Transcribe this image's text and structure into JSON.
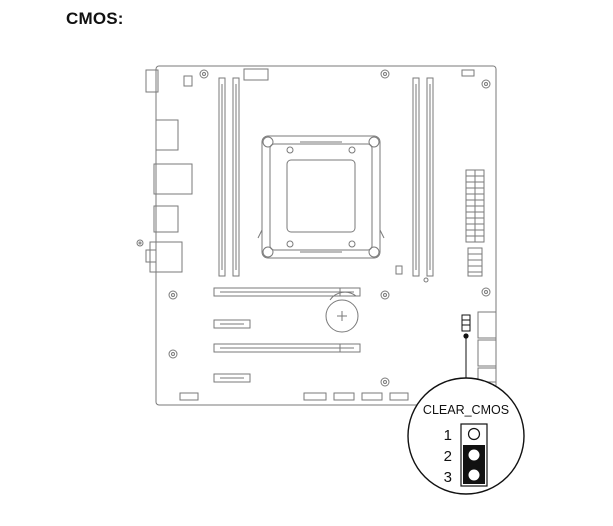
{
  "heading": "CMOS:",
  "callout": {
    "title": "CLEAR_CMOS",
    "pins": [
      {
        "number": "1",
        "jumpered": false
      },
      {
        "number": "2",
        "jumpered": true
      },
      {
        "number": "3",
        "jumpered": true
      }
    ]
  },
  "colors": {
    "line": "#7a7a7a",
    "dark": "#111111",
    "board": "#ffffff"
  }
}
